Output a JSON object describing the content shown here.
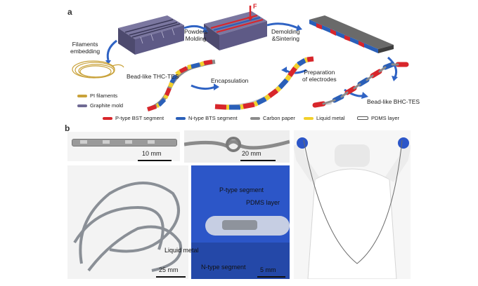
{
  "panels": {
    "a": "a",
    "b": "b"
  },
  "steps": {
    "filaments_embedding": [
      "Filaments",
      "embedding"
    ],
    "powders_molding": [
      "Powders",
      "Molding"
    ],
    "force": "F",
    "demolding": [
      "Demolding",
      "&Sintering"
    ],
    "bead_thc": "Bead-like THC-TES",
    "encapsulation": "Encapsulation",
    "preparation": [
      "Preparation",
      "of electrodes"
    ],
    "bead_bhc": "Bead-like BHC-TES"
  },
  "legend": {
    "pi_filaments": "PI filaments",
    "graphite_mold": "Graphite mold",
    "p_type": "P-type BST segment",
    "n_type": "N-type BTS segment",
    "carbon_paper": "Carbon paper",
    "liquid_metal": "Liquid metal",
    "pdms_layer": "PDMS layer"
  },
  "colors": {
    "p_type": "#d8262b",
    "n_type": "#2a5fb8",
    "carbon": "#8c8c8c",
    "liquid_metal": "#f2d02b",
    "pi": "#c9a23a",
    "graphite": "#6f6a93",
    "glove": "#2c56c8",
    "arrow": "#2f63c4"
  },
  "photos": {
    "scale_10": "10 mm",
    "scale_20": "20 mm",
    "scale_25": "25 mm",
    "scale_5": "5 mm",
    "ann_p_type": "P-type segment",
    "ann_pdms": "PDMS layer",
    "ann_liquid": "Liquid metal",
    "ann_n_type": "N-type segment"
  }
}
